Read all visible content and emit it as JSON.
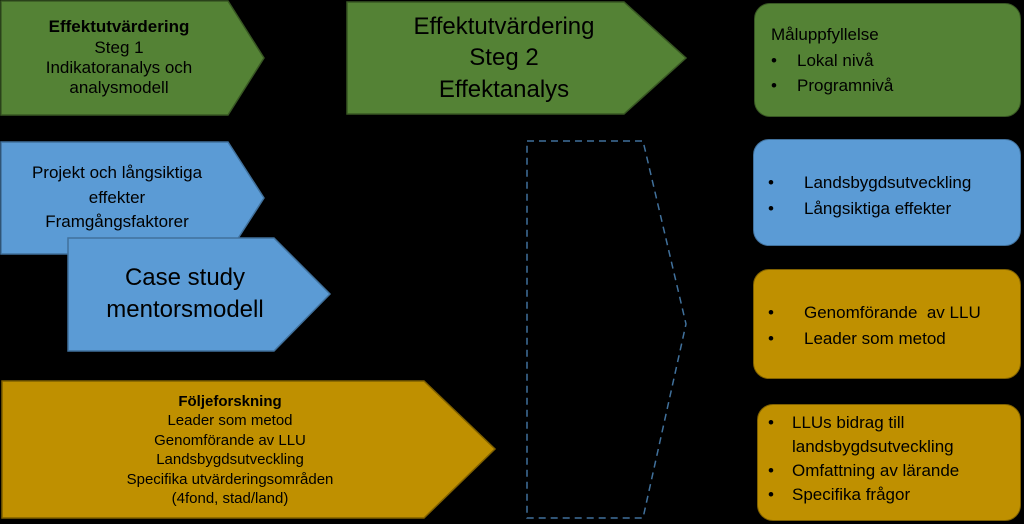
{
  "colors": {
    "green": "#548235",
    "blue": "#5B9BD5",
    "gold": "#BF9000",
    "dashed": "#41719C",
    "background": "#000000"
  },
  "left": {
    "step1": {
      "title": "Effektutvärdering",
      "lines": [
        "Steg 1",
        "Indikatoranalys och",
        "analysmodell"
      ]
    },
    "projects": {
      "lines": [
        "Projekt och långsiktiga",
        "effekter",
        "Framgångsfaktorer"
      ]
    },
    "case_study": {
      "lines": [
        "Case study",
        "mentorsmodell"
      ]
    },
    "foljeforskning": {
      "title": "Följeforskning",
      "lines": [
        "Leader som metod",
        "Genomförande av LLU",
        "Landsbygdsutveckling",
        "Specifika utvärderingsområden",
        "(4fond, stad/land)"
      ]
    }
  },
  "center": {
    "step2": {
      "lines": [
        "Effektutvärdering",
        "Steg 2",
        "Effektanalys"
      ]
    }
  },
  "right": {
    "box1": {
      "title": "Måluppfyllelse",
      "bullets": [
        "Lokal nivå",
        "Programnivå"
      ]
    },
    "box2": {
      "bullets": [
        "Landsbygdsutveckling",
        "Långsiktiga effekter"
      ]
    },
    "box3": {
      "bullets": [
        "Genomförande  av LLU",
        "Leader som metod"
      ]
    },
    "box4": {
      "bullets": [
        "LLUs bidrag till landsbygdsutveckling",
        "Omfattning av lärande",
        "Specifika frågor"
      ]
    }
  }
}
